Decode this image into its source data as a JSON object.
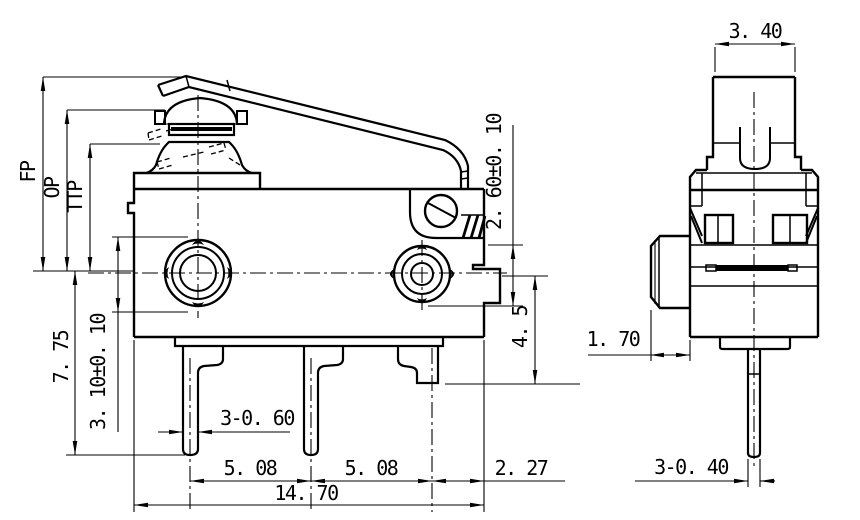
{
  "front_view": {
    "position_labels": {
      "fp": "FP",
      "op": "OP",
      "ttp": "TTP"
    },
    "dims": {
      "body_height": "7. 75",
      "hole_diameter": "3. 10±0. 10",
      "pin_width": "3-0. 60",
      "pitch_left": "5. 08",
      "pitch_right": "5. 08",
      "edge_offset": "2. 27",
      "overall_width": "14. 70",
      "hole_to_edge": "2. 60±0. 10",
      "step_height": "4. 5"
    }
  },
  "side_view": {
    "dims": {
      "lever_width": "3. 40",
      "boss_depth": "1. 70",
      "pin_thickness": "3-0. 40"
    }
  },
  "colors": {
    "line": "#000000",
    "background": "#ffffff"
  }
}
